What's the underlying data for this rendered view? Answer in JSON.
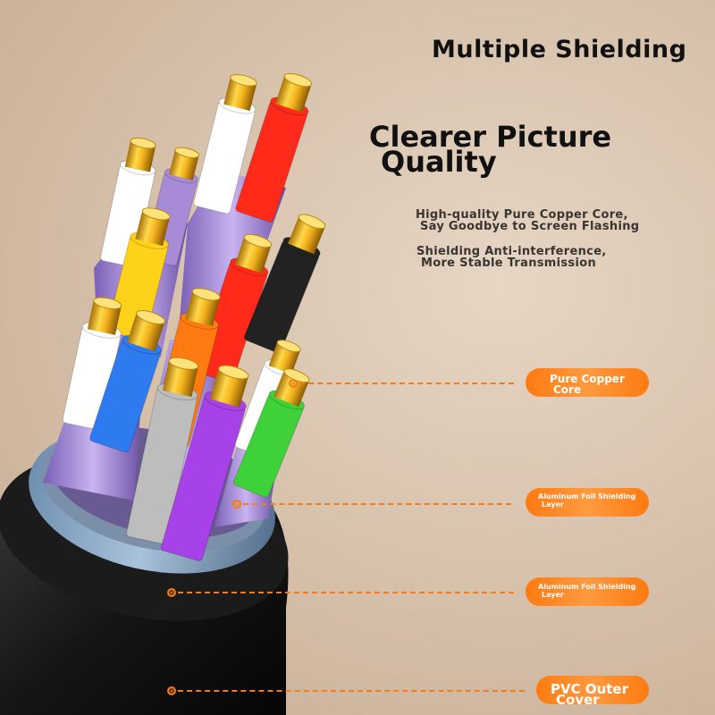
{
  "headline": "Multiple Shielding",
  "subheadline_line1": "Clearer Picture",
  "subheadline_line2": "Quality",
  "features": {
    "line1": "High-quality Pure Copper Core,",
    "line2": "Say Goodbye to Screen Flashing",
    "line3": "Shielding Anti-interference,",
    "line4": "More Stable Transmission"
  },
  "callouts": [
    {
      "line1": "Pure Copper",
      "line2": "Core"
    },
    {
      "line1": "Aluminum Foil Shielding",
      "line2": "Layer"
    },
    {
      "line1": "Aluminum Foil Shielding",
      "line2": "Layer"
    },
    {
      "line1": "PVC Outer",
      "line2": "Cover"
    }
  ],
  "colors": {
    "accent": "#ff7a10",
    "text": "#111111",
    "background": "#d8c3ad"
  },
  "wire_colors": [
    "#ffffff",
    "#ff2a1a",
    "#ffffff",
    "#a78bd6",
    "#ffd21a",
    "#ff2a1a",
    "#222222",
    "#ffffff",
    "#2e7bef",
    "#ff7a10",
    "#bdbdbd",
    "#a742e8",
    "#ffffff",
    "#3fd13a"
  ]
}
